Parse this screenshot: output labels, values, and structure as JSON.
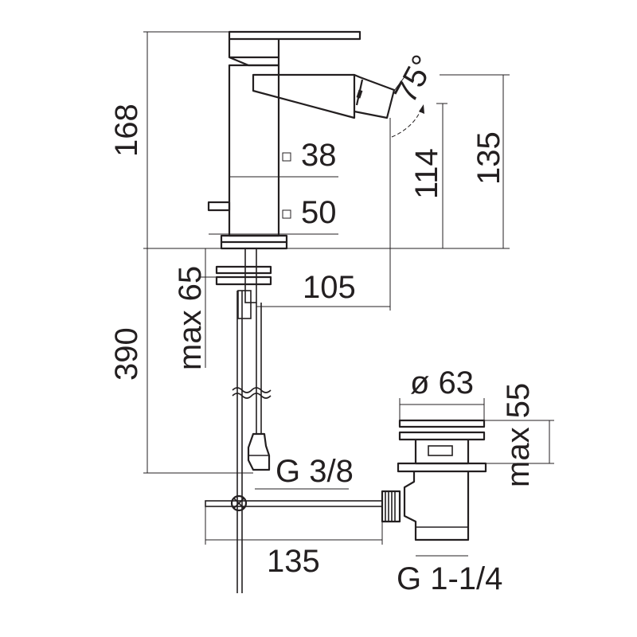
{
  "labels": {
    "height_total": "168",
    "spout_height": "135",
    "outlet_height": "114",
    "diameter_38": "38",
    "diameter_50": "50",
    "angle": "75°",
    "reach": "105",
    "deck_thickness": "max 65",
    "hose_length": "390",
    "hose_thread": "G 3/8",
    "drain_diameter": "ø 63",
    "drain_stroke": "max 55",
    "pop_up_length": "135",
    "drain_thread": "G 1-1/4"
  }
}
